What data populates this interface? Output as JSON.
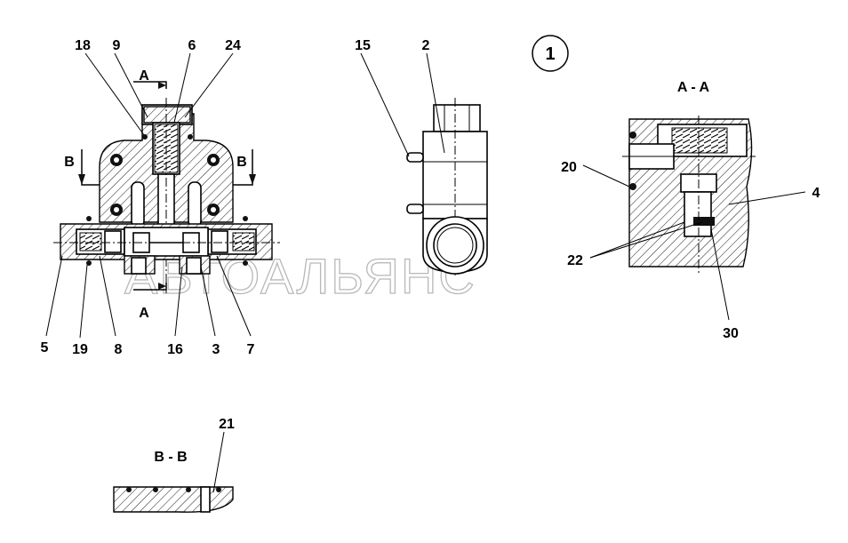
{
  "view_number": "1",
  "section_aa": "A - A",
  "section_bb": "B - B",
  "cut_marks": {
    "a_top": "A",
    "a_bottom": "A",
    "b_left": "B",
    "b_right": "B"
  },
  "callouts": {
    "c18": "18",
    "c9": "9",
    "c6": "6",
    "c24": "24",
    "c15": "15",
    "c2": "2",
    "c20": "20",
    "c4": "4",
    "c22": "22",
    "c30": "30",
    "c5": "5",
    "c19": "19",
    "c8": "8",
    "c16": "16",
    "c3": "3",
    "c7": "7",
    "c21": "21"
  },
  "watermark": "АВТОАЛЬЯНС"
}
